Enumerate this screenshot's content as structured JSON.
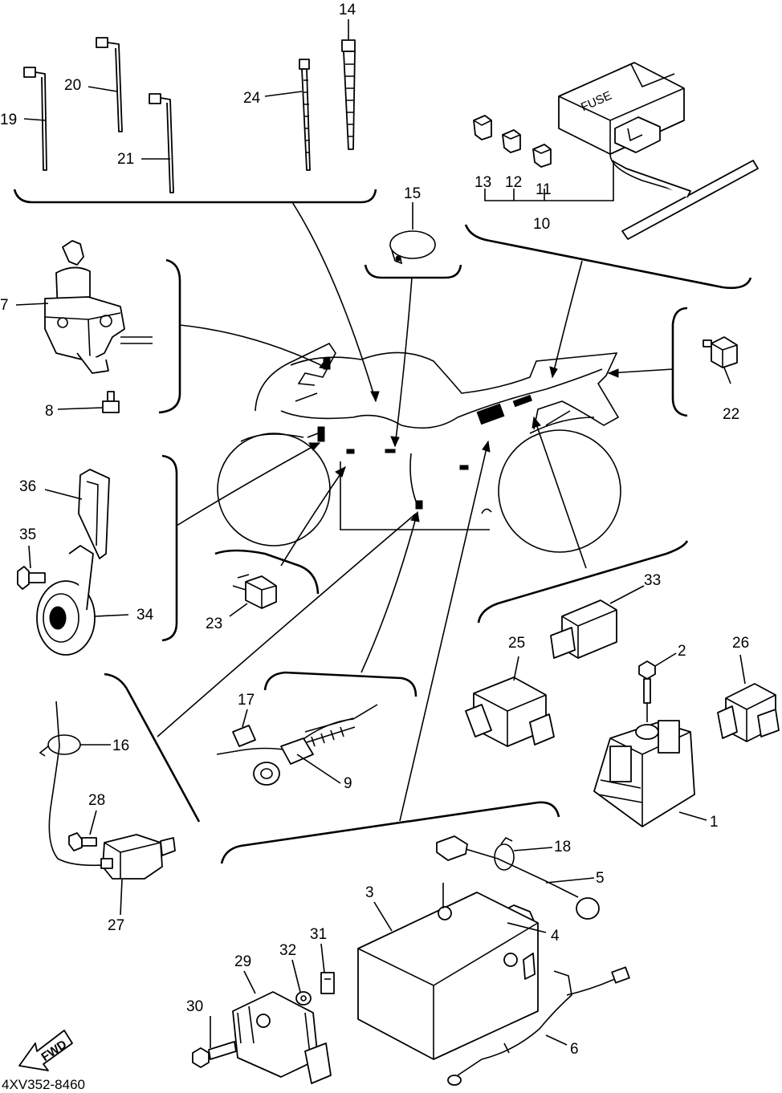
{
  "diagram": {
    "code": "4XV352-8460",
    "fuse_text": "FUSE",
    "fwd_text": "FWD",
    "callouts": {
      "c1": "1",
      "c2": "2",
      "c3": "3",
      "c4": "4",
      "c5": "5",
      "c6": "6",
      "c7": "7",
      "c8": "8",
      "c9": "9",
      "c10": "10",
      "c11": "11",
      "c12": "12",
      "c13": "13",
      "c14": "14",
      "c15": "15",
      "c16": "16",
      "c17": "17",
      "c18": "18",
      "c19": "19",
      "c20": "20",
      "c21": "21",
      "c22": "22",
      "c23": "23",
      "c24": "24",
      "c25": "25",
      "c26": "26",
      "c27": "27",
      "c28": "28",
      "c29": "29",
      "c30": "30",
      "c31": "31",
      "c32": "32",
      "c33": "33",
      "c34": "34",
      "c35": "35",
      "c36": "36"
    }
  }
}
